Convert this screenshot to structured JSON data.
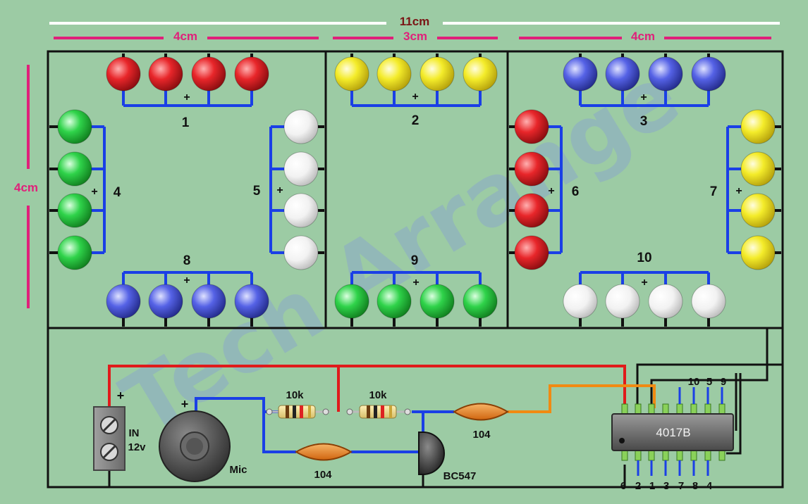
{
  "colors": {
    "board": "#9ccba4",
    "wire_black": "#111111",
    "wire_blue": "#1a3fe6",
    "wire_red": "#e01b1b",
    "wire_orange": "#f08a12",
    "dimension": "#e0207a",
    "dimension_total": "#ffffff",
    "label": "#111111",
    "watermark": "#8aa9c8",
    "led_red": "#e8262a",
    "led_yellow": "#f4ec2a",
    "led_blue": "#5562e6",
    "led_green": "#2fd34a",
    "led_white": "#f2f2f2"
  },
  "dimensions": {
    "total": "11cm",
    "left": "4cm",
    "middle": "3cm",
    "right": "4cm",
    "height": "4cm"
  },
  "led_groups": [
    {
      "id": "1",
      "label": "1",
      "plus": "+",
      "color": "red"
    },
    {
      "id": "2",
      "label": "2",
      "plus": "+",
      "color": "yellow"
    },
    {
      "id": "3",
      "label": "3",
      "plus": "+",
      "color": "blue"
    },
    {
      "id": "4",
      "label": "4",
      "plus": "+",
      "color": "green"
    },
    {
      "id": "5",
      "label": "5",
      "plus": "+",
      "color": "white"
    },
    {
      "id": "6",
      "label": "6",
      "plus": "+",
      "color": "red"
    },
    {
      "id": "7",
      "label": "7",
      "plus": "+",
      "color": "yellow"
    },
    {
      "id": "8",
      "label": "8",
      "plus": "+",
      "color": "blue"
    },
    {
      "id": "9",
      "label": "9",
      "plus": "+",
      "color": "green"
    },
    {
      "id": "10",
      "label": "10",
      "plus": "+",
      "color": "white"
    }
  ],
  "components": {
    "terminal_plus": "+",
    "terminal_label_1": "IN",
    "terminal_label_2": "12v",
    "mic_plus": "+",
    "mic_label": "Mic",
    "resistor_1": "10k",
    "resistor_2": "10k",
    "capacitor_1": "104",
    "capacitor_2": "104",
    "transistor": "BC547",
    "ic_label": "4017B"
  },
  "ic_top_pins": [
    "10",
    "5",
    "9"
  ],
  "ic_bottom_pins": [
    "6",
    "2",
    "1",
    "3",
    "7",
    "8",
    "4"
  ],
  "watermark": "Tech Arrange"
}
